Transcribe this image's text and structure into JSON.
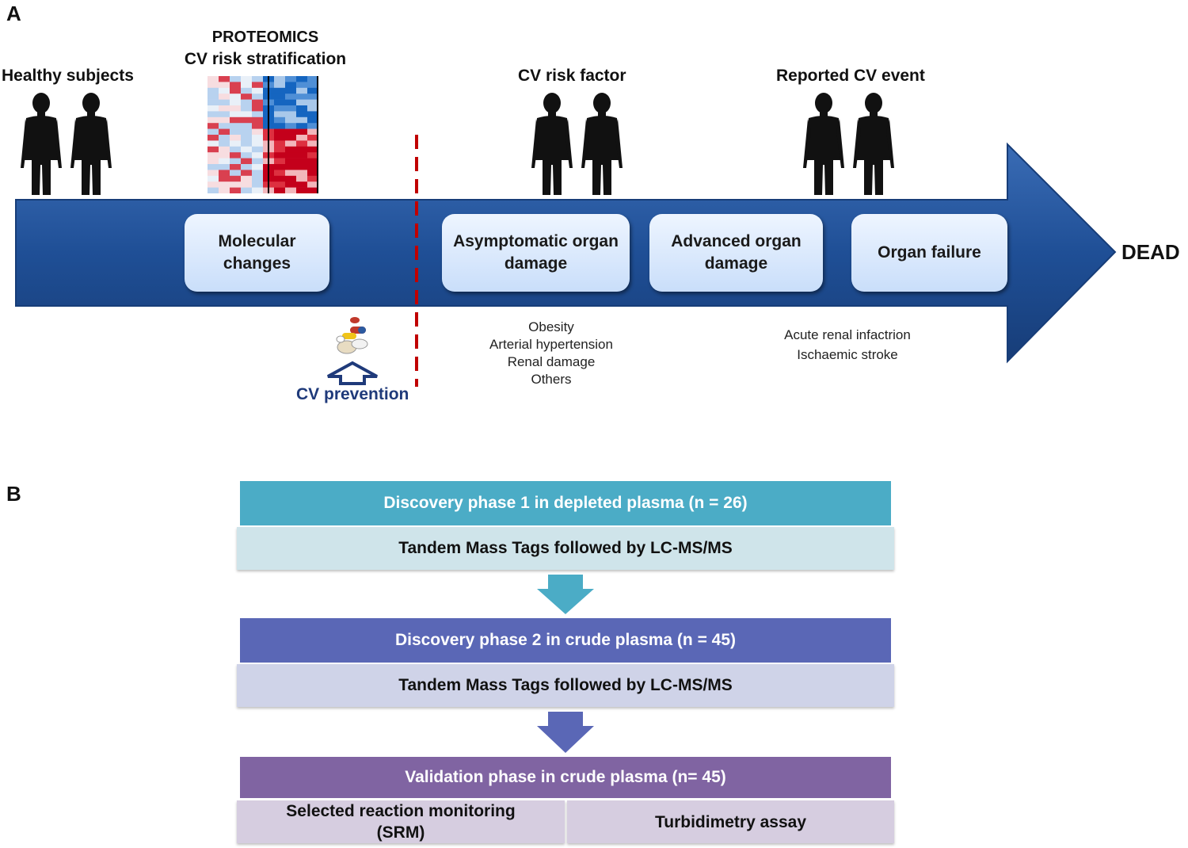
{
  "panel_a": {
    "label": "A",
    "healthy_subjects": "Healthy subjects",
    "proteomics_line1": "PROTEOMICS",
    "proteomics_line2": "CV risk stratification",
    "cv_risk_factor": "CV  risk factor",
    "reported_cv_event": "Reported CV event",
    "dead": "DEAD",
    "stages": [
      {
        "label": "Molecular\nchanges"
      },
      {
        "label": "Asymptomatic organ\ndamage"
      },
      {
        "label": "Advanced organ\ndamage"
      },
      {
        "label": "Organ failure"
      }
    ],
    "risk_factors": [
      "Obesity",
      "Arterial hypertension",
      "Renal damage",
      "Others"
    ],
    "events": [
      "Acute renal infactrion",
      "Ischaemic stroke"
    ],
    "cv_prevention": "CV prevention",
    "colors": {
      "timeline_arrow": "#1f4f96",
      "divider": "#c00000",
      "prevention_text": "#1f3a7a"
    }
  },
  "panel_b": {
    "label": "B",
    "phase1": {
      "title": "Discovery phase 1 in depleted plasma (n = 26)",
      "method": "Tandem Mass Tags followed by LC-MS/MS",
      "header_color": "#4bacc6",
      "sub_color": "#cfe4ea"
    },
    "phase2": {
      "title": "Discovery phase 2 in crude plasma (n = 45)",
      "method": "Tandem Mass Tags followed by LC-MS/MS",
      "header_color": "#5a67b6",
      "sub_color": "#cfd3e8"
    },
    "validation": {
      "title": "Validation phase in crude plasma (n= 45)",
      "method_left": "Selected reaction monitoring\n(SRM)",
      "method_right": "Turbidimetry assay",
      "header_color": "#8064a2",
      "sub_color": "#d6cde0"
    }
  }
}
